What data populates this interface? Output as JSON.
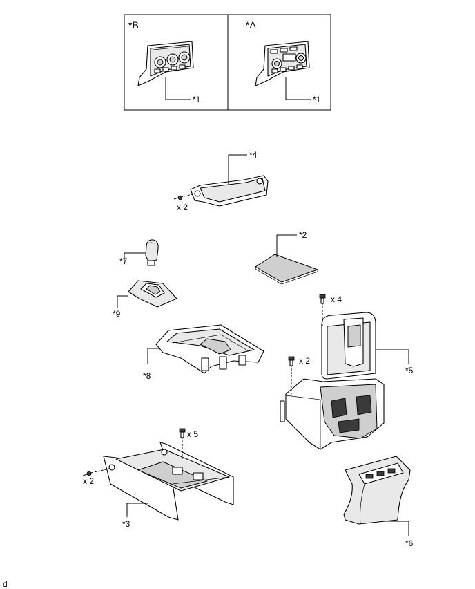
{
  "inset_panels": [
    {
      "tag": "*B",
      "part_label": "*1"
    },
    {
      "tag": "*A",
      "part_label": "*1"
    }
  ],
  "callouts": {
    "c1": "*4",
    "c2": "*2",
    "c3": "*7",
    "c4": "*9",
    "c5": "*8",
    "c6": "*5",
    "c7": "*3",
    "c8": "*6"
  },
  "quantities": {
    "q1": "x 2",
    "q2": "x 4",
    "q3": "x 2",
    "q4": "x 5",
    "q5": "x 2"
  },
  "corner_mark": "d"
}
